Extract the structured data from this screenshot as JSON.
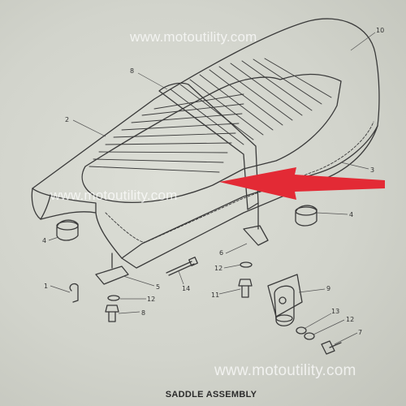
{
  "title": "SADDLE ASSEMBLY",
  "watermarks": [
    "www.motoutility.com",
    "www.motoutility.com",
    "www.motoutility.com"
  ],
  "part_labels": [
    "1",
    "2",
    "3",
    "4",
    "4",
    "5",
    "6",
    "7",
    "8",
    "8",
    "9",
    "10",
    "11",
    "12",
    "12",
    "12",
    "13",
    "14"
  ],
  "colors": {
    "arrow": "#e32a35",
    "ink": "#3a3a3a",
    "background": "#d6d8d0"
  },
  "icons": {
    "pointer": "red-arrow-icon"
  }
}
